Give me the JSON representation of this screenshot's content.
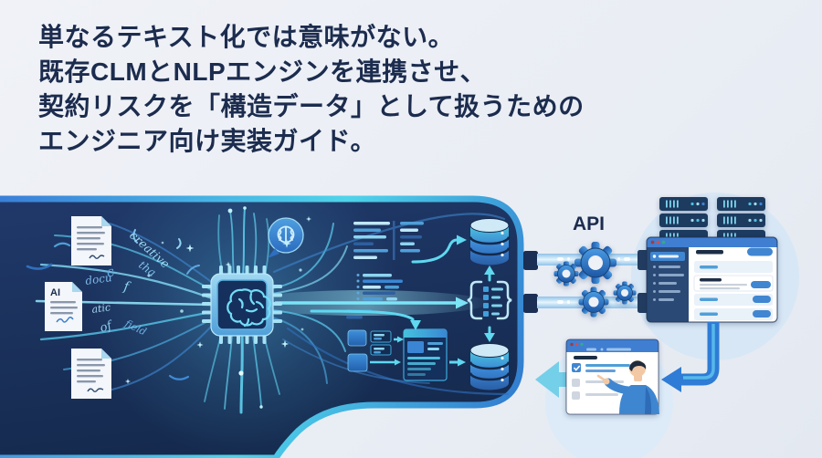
{
  "headline": {
    "lines": [
      "単なるテキスト化では意味がない。",
      "既存CLMとNLPエンジンを連携させ、",
      "契約リスクを「構造データ」として扱うための",
      "エンジニア向け実装ガイド。"
    ]
  },
  "labels": {
    "api": "API",
    "doc_ai_badge": "AI"
  },
  "illustration": {
    "word_fragments": [
      "creative",
      "tha",
      "docu",
      "c",
      "atic",
      "of",
      "field",
      "f"
    ]
  },
  "colors": {
    "background": "#edf0f5",
    "headline_text": "#1c2c4e",
    "panel_navy": "#1b3157",
    "panel_border_blue": "#2f78d0",
    "panel_border_cyan": "#4bc8e8",
    "accent_cyan": "#5fd8f0",
    "accent_blue": "#3f86d1",
    "window_titlebar": "#3f7ed2",
    "sidebar_navy": "#2c4a74",
    "db_teal": "#45c2dd",
    "db_blue": "#3a86d4",
    "halo_blue": "#d7e7f5",
    "skin": "#f2c9a4"
  }
}
